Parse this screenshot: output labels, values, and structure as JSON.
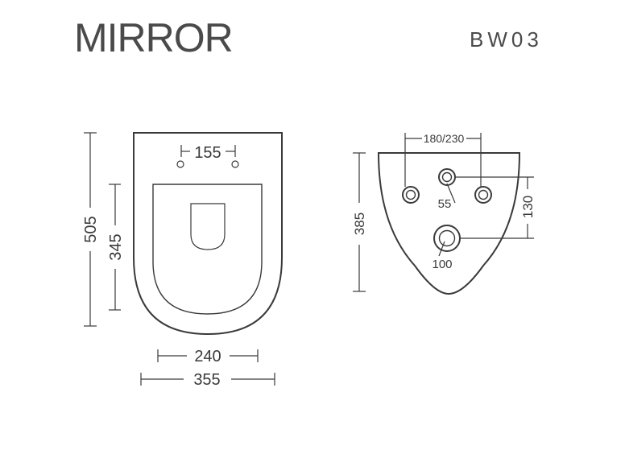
{
  "header": {
    "title": "MIRROR",
    "model": "BW03"
  },
  "front_view": {
    "dim_holes": "155",
    "dim_overall_height": "505",
    "dim_inner_height": "345",
    "dim_inner_width": "240",
    "dim_overall_width": "355"
  },
  "rear_view": {
    "dim_outer_holes": "180/230",
    "dim_height": "385",
    "dim_top_hole": "55",
    "dim_hole_spacing": "130",
    "dim_drain": "100"
  },
  "colors": {
    "ink": "#3a3a3a",
    "title": "#4a4a4a",
    "background": "#ffffff"
  }
}
